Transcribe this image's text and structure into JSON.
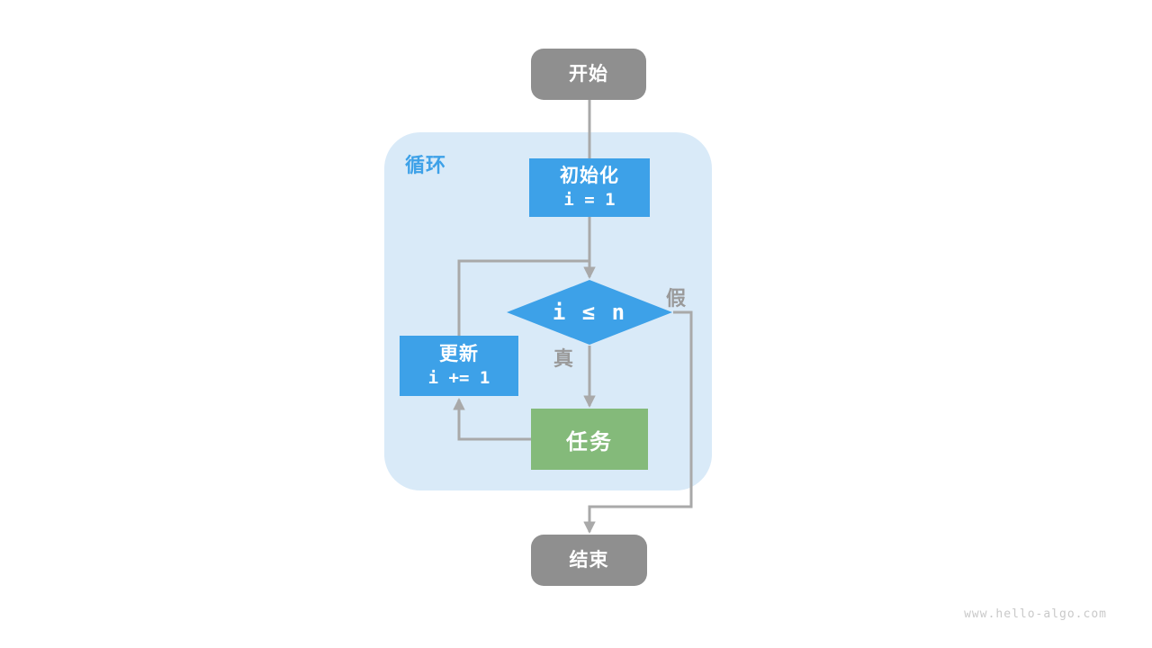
{
  "page": {
    "background_color": "#FFFFFF",
    "watermark": "www.hello-algo.com"
  },
  "colors": {
    "accent_blue": "#3DA1E8",
    "loop_bg": "#D9EAF8",
    "task_green": "#84BA7A",
    "node_gray": "#8F8F8F",
    "line_gray": "#A9A9A9",
    "label_gray": "#9A9A9A",
    "watermark_gray": "#C9C9C9",
    "text_white": "#FFFFFF"
  },
  "flowchart": {
    "loop_label": "循环",
    "nodes": {
      "start": {
        "label": "开始"
      },
      "init": {
        "label": "初始化",
        "code": "i = 1"
      },
      "condition": {
        "label": "i ≤ n"
      },
      "update": {
        "label": "更新",
        "code": "i += 1"
      },
      "task": {
        "label": "任务"
      },
      "end": {
        "label": "结束"
      }
    },
    "edge_labels": {
      "true_label": "真",
      "false_label": "假"
    }
  }
}
